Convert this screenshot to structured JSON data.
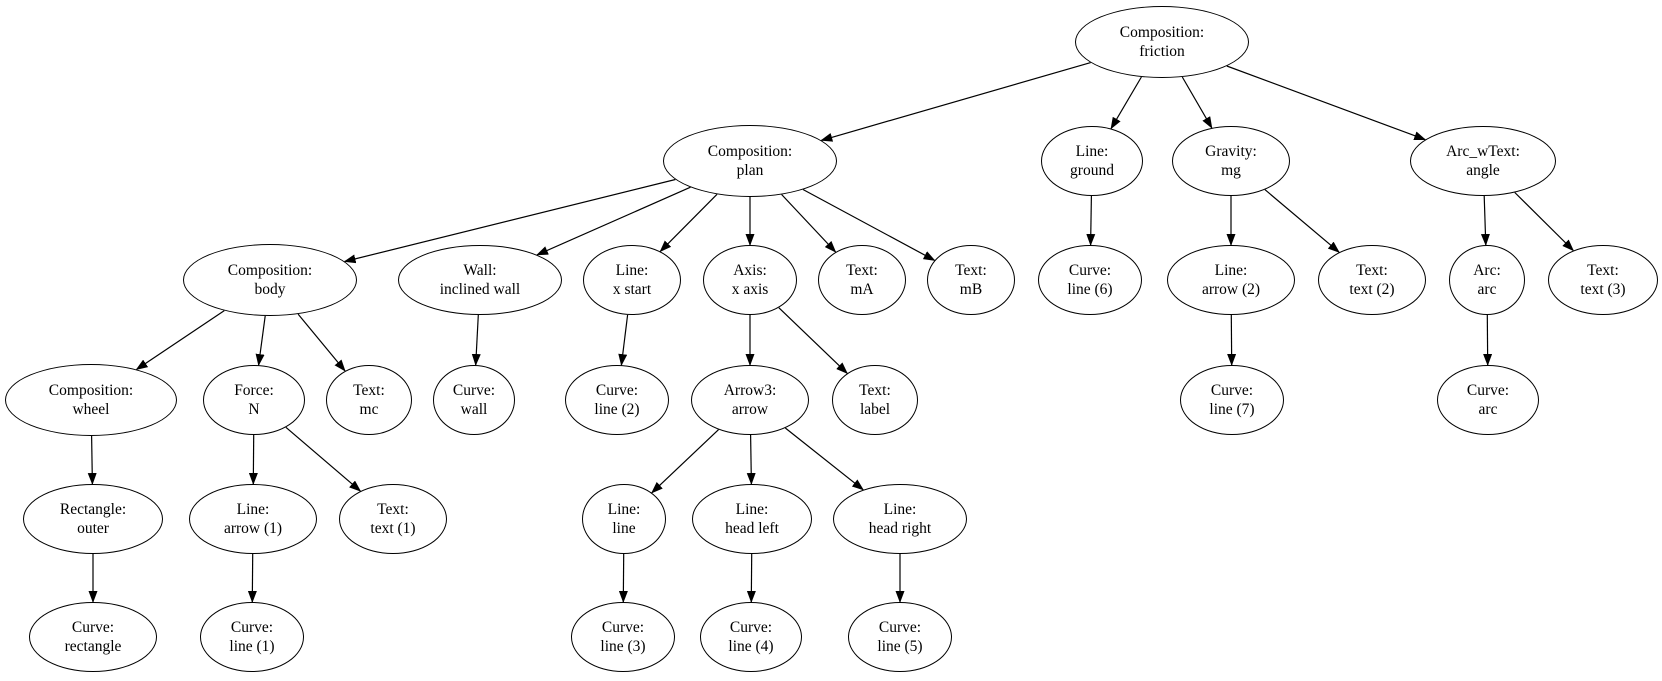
{
  "diagram": {
    "background": "#ffffff",
    "node_fill": "#ffffff",
    "node_border_color": "#000000",
    "edge_color": "#000000",
    "nodes": [
      {
        "id": "friction",
        "type": "Composition:",
        "name": "friction"
      },
      {
        "id": "plan",
        "type": "Composition:",
        "name": "plan"
      },
      {
        "id": "ground",
        "type": "Line:",
        "name": "ground"
      },
      {
        "id": "gravity",
        "type": "Gravity:",
        "name": "mg"
      },
      {
        "id": "angle",
        "type": "Arc_wText:",
        "name": "angle"
      },
      {
        "id": "body",
        "type": "Composition:",
        "name": "body"
      },
      {
        "id": "wall",
        "type": "Wall:",
        "name": "inclined wall"
      },
      {
        "id": "xstart",
        "type": "Line:",
        "name": "x start"
      },
      {
        "id": "xaxis",
        "type": "Axis:",
        "name": "x axis"
      },
      {
        "id": "mA",
        "type": "Text:",
        "name": "mA"
      },
      {
        "id": "mB",
        "type": "Text:",
        "name": "mB"
      },
      {
        "id": "line6",
        "type": "Curve:",
        "name": "line (6)"
      },
      {
        "id": "arrow2",
        "type": "Line:",
        "name": "arrow (2)"
      },
      {
        "id": "text2",
        "type": "Text:",
        "name": "text (2)"
      },
      {
        "id": "arc",
        "type": "Arc:",
        "name": "arc"
      },
      {
        "id": "text3",
        "type": "Text:",
        "name": "text (3)"
      },
      {
        "id": "wheel",
        "type": "Composition:",
        "name": "wheel"
      },
      {
        "id": "forceN",
        "type": "Force:",
        "name": "N"
      },
      {
        "id": "mc",
        "type": "Text:",
        "name": "mc"
      },
      {
        "id": "curvewall",
        "type": "Curve:",
        "name": "wall"
      },
      {
        "id": "line2",
        "type": "Curve:",
        "name": "line (2)"
      },
      {
        "id": "arrow3",
        "type": "Arrow3:",
        "name": "arrow"
      },
      {
        "id": "label",
        "type": "Text:",
        "name": "label"
      },
      {
        "id": "line7",
        "type": "Curve:",
        "name": "line (7)"
      },
      {
        "id": "curvearc",
        "type": "Curve:",
        "name": "arc"
      },
      {
        "id": "outer",
        "type": "Rectangle:",
        "name": "outer"
      },
      {
        "id": "arrow1",
        "type": "Line:",
        "name": "arrow (1)"
      },
      {
        "id": "text1",
        "type": "Text:",
        "name": "text (1)"
      },
      {
        "id": "lineline",
        "type": "Line:",
        "name": "line"
      },
      {
        "id": "headleft",
        "type": "Line:",
        "name": "head left"
      },
      {
        "id": "headright",
        "type": "Line:",
        "name": "head right"
      },
      {
        "id": "rect",
        "type": "Curve:",
        "name": "rectangle"
      },
      {
        "id": "line1",
        "type": "Curve:",
        "name": "line (1)"
      },
      {
        "id": "line3",
        "type": "Curve:",
        "name": "line (3)"
      },
      {
        "id": "line4",
        "type": "Curve:",
        "name": "line (4)"
      },
      {
        "id": "line5",
        "type": "Curve:",
        "name": "line (5)"
      }
    ],
    "edges": [
      [
        "friction",
        "plan"
      ],
      [
        "friction",
        "ground"
      ],
      [
        "friction",
        "gravity"
      ],
      [
        "friction",
        "angle"
      ],
      [
        "plan",
        "body"
      ],
      [
        "plan",
        "wall"
      ],
      [
        "plan",
        "xstart"
      ],
      [
        "plan",
        "xaxis"
      ],
      [
        "plan",
        "mA"
      ],
      [
        "plan",
        "mB"
      ],
      [
        "body",
        "wheel"
      ],
      [
        "body",
        "forceN"
      ],
      [
        "body",
        "mc"
      ],
      [
        "wall",
        "curvewall"
      ],
      [
        "xstart",
        "line2"
      ],
      [
        "xaxis",
        "arrow3"
      ],
      [
        "xaxis",
        "label"
      ],
      [
        "ground",
        "line6"
      ],
      [
        "gravity",
        "arrow2"
      ],
      [
        "gravity",
        "text2"
      ],
      [
        "angle",
        "arc"
      ],
      [
        "angle",
        "text3"
      ],
      [
        "wheel",
        "outer"
      ],
      [
        "forceN",
        "arrow1"
      ],
      [
        "forceN",
        "text1"
      ],
      [
        "arrow3",
        "lineline"
      ],
      [
        "arrow3",
        "headleft"
      ],
      [
        "arrow3",
        "headright"
      ],
      [
        "arrow2",
        "line7"
      ],
      [
        "arc",
        "curvearc"
      ],
      [
        "outer",
        "rect"
      ],
      [
        "arrow1",
        "line1"
      ],
      [
        "lineline",
        "line3"
      ],
      [
        "headleft",
        "line4"
      ],
      [
        "headright",
        "line5"
      ]
    ]
  }
}
